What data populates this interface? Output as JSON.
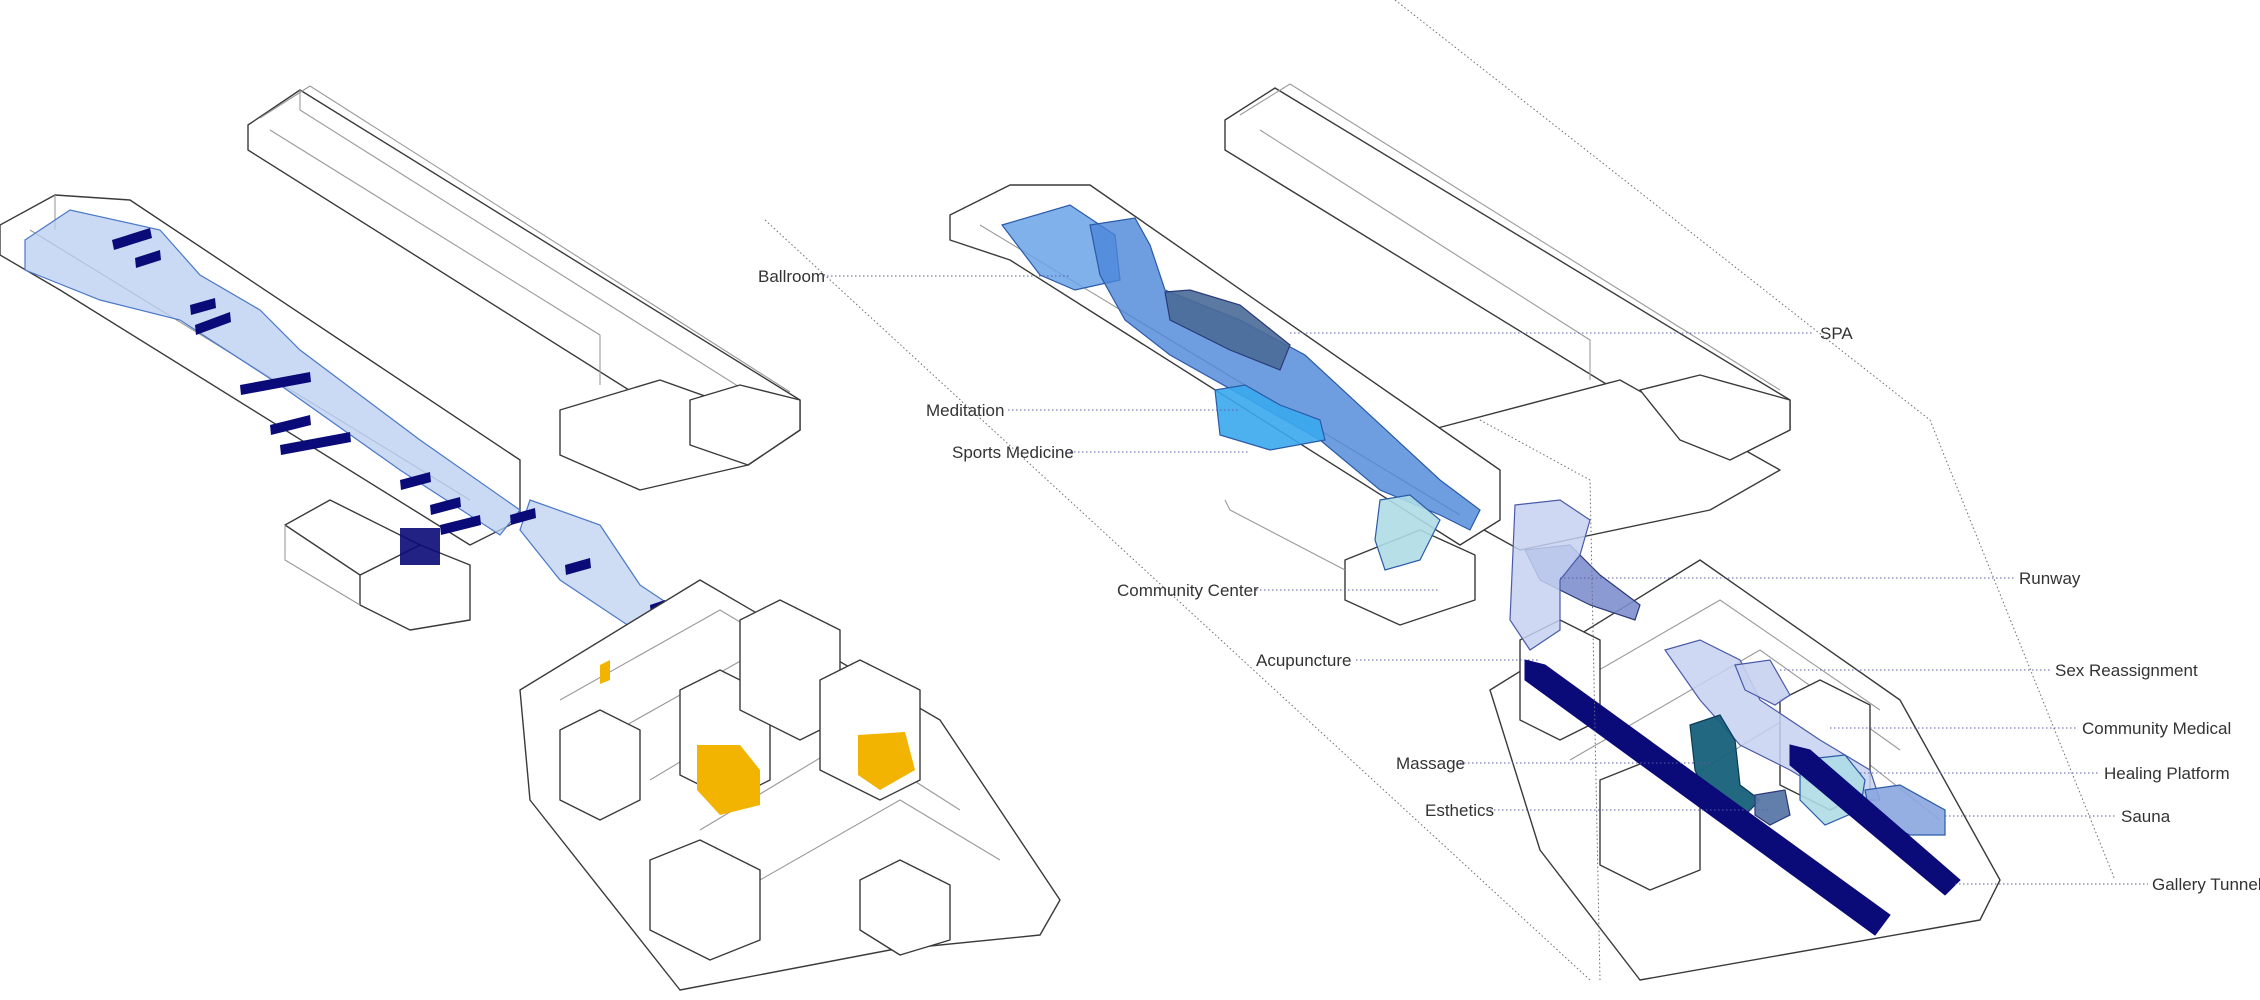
{
  "labels": {
    "ballroom": "Ballroom",
    "spa": "SPA",
    "meditation": "Meditation",
    "sports_medicine": "Sports Medicine",
    "community_center": "Community Center",
    "runway": "Runway",
    "acupuncture": "Acupuncture",
    "sex_reassignment": "Sex Reassignment",
    "community_medical": "Community Medical",
    "massage": "Massage",
    "healing_platform": "Healing Platform",
    "esthetics": "Esthetics",
    "sauna": "Sauna",
    "gallery_tunnel": "Gallery Tunnel"
  },
  "colors": {
    "navy": "#0a0a78",
    "light_blue_fill": "#b9cdf0",
    "mid_blue": "#4a86d8",
    "sky_blue": "#3aa9ee",
    "slate_blue": "#5a78a8",
    "teal": "#16607a",
    "pale_teal": "#aedbe6",
    "periwinkle": "#7f8fcf",
    "gold": "#f2b400",
    "outline": "#3a3a3a"
  }
}
